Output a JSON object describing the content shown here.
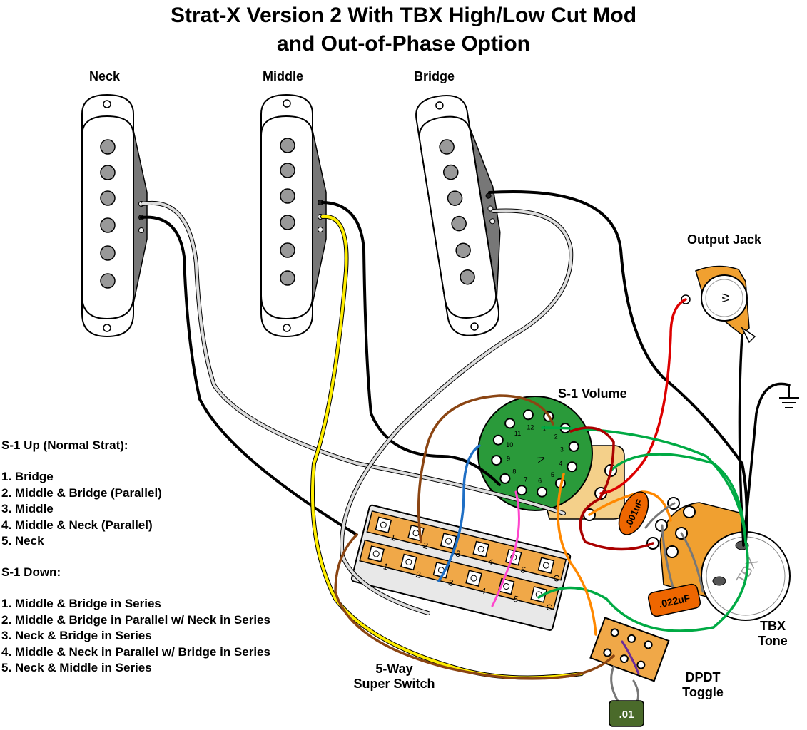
{
  "title": {
    "line1": "Strat-X Version 2 With TBX High/Low Cut Mod",
    "line2": "and Out-of-Phase Option"
  },
  "pickups": {
    "neck": "Neck",
    "middle": "Middle",
    "bridge": "Bridge"
  },
  "components": {
    "output_jack": "Output Jack",
    "volume": "S-1 Volume",
    "tbx_line1": "TBX",
    "tbx_line2": "Tone",
    "tbx_knob": "TBX",
    "switch_line1": "5-Way",
    "switch_line2": "Super Switch",
    "dpdt_line1": "DPDT",
    "dpdt_line2": "Toggle",
    "cap_001": ".001uF",
    "cap_022": ".022uF",
    "cap_01": ".01",
    "jack_marker": "W"
  },
  "legend": {
    "up_header": "S-1 Up (Normal Strat):",
    "up_items": [
      "1. Bridge",
      "2. Middle & Bridge (Parallel)",
      "3. Middle",
      "4. Middle & Neck (Parallel)",
      "5. Neck"
    ],
    "down_header": "S-1 Down:",
    "down_items": [
      "1. Middle & Bridge in Series",
      "2. Middle & Bridge in Parallel w/ Neck in Series",
      "3. Neck & Bridge in Series",
      "4. Middle & Neck in Parallel w/ Bridge in Series",
      "5. Neck & Middle in Series"
    ]
  },
  "switch_terminal_labels": [
    "1",
    "2",
    "3",
    "4",
    "5",
    "C"
  ],
  "volume_pin_labels": [
    "1",
    "2",
    "3",
    "4",
    "5",
    "6",
    "7",
    "8",
    "9",
    "10",
    "11",
    "12"
  ],
  "colors": {
    "wire_black": "#000000",
    "wire_white": "#dddddd",
    "wire_yellow": "#ffee00",
    "wire_red": "#dd0000",
    "wire_green": "#00aa44",
    "wire_brown": "#8b4513",
    "wire_blue": "#1f6fc5",
    "wire_orange": "#ff8800",
    "wire_pink": "#ff44cc",
    "wire_purple": "#6a2a9a",
    "wire_gray": "#777777",
    "pot_body": "#f0a030",
    "volume_disc": "#2a9a3a",
    "cap_orange": "#ee6600",
    "cap_green": "#4a6a2a",
    "pickup_cover": "#ffffff",
    "pole_piece": "#999999"
  }
}
